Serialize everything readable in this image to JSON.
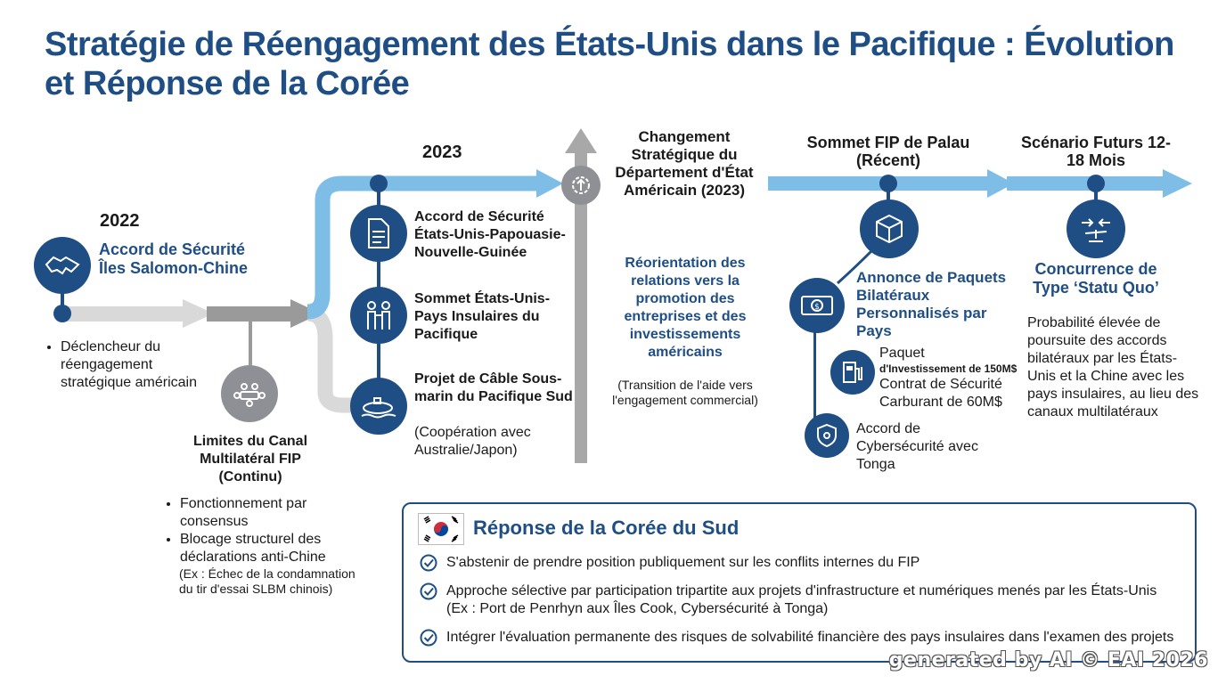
{
  "title": "Stratégie de Réengagement des États-Unis dans le Pacifique : Évolution et Réponse de la Corée",
  "y2022": {
    "year": "2022",
    "heading": "Accord de Sécurité Îles Salomon-Chine",
    "icon": "handshake-icon",
    "bullets": [
      "Déclencheur du réengagement stratégique américain"
    ]
  },
  "fip_limits": {
    "heading": "Limites du Canal Multilatéral FIP (Continu)",
    "icon": "meeting-icon",
    "bullets": [
      "Fonctionnement par consensus",
      "Blocage structurel des déclarations anti-Chine"
    ],
    "note": "(Ex : Échec de la condamnation du tir d'essai SLBM chinois)"
  },
  "y2023": {
    "year": "2023",
    "items": [
      {
        "label": "Accord de Sécurité États-Unis-Papouasie-Nouvelle-Guinée",
        "icon": "document-icon",
        "note": ""
      },
      {
        "label": "Sommet États-Unis-Pays Insulaires du Pacifique",
        "icon": "people-icon",
        "note": ""
      },
      {
        "label": "Projet de Câble Sous-marin du Pacifique Sud",
        "icon": "submarine-icon",
        "note": "(Coopération avec Australie/Japon)"
      }
    ]
  },
  "strategic_change": {
    "heading": "Changement Stratégique du Département d'État Américain (2023)",
    "icon": "gear-arrow-icon",
    "blue": "Réorientation des relations vers la promotion des entreprises et des investissements américains",
    "note": "(Transition de l'aide vers l'engagement commercial)"
  },
  "palau": {
    "heading": "Sommet FIP de Palau (Récent)",
    "icon": "package-icon",
    "sub_heading": "Annonce de Paquets Bilatéraux Personnalisés par Pays",
    "sub_icon": "money-icon",
    "items": [
      {
        "pre": "Paquet",
        "bold": "d'Investissement de 150M$",
        "rest": "Contrat de Sécurité Carburant de 60M$",
        "icon": "fuel-pump-icon"
      },
      {
        "pre": "",
        "bold": "",
        "rest": "Accord de Cybersécurité avec Tonga",
        "icon": "shield-icon"
      }
    ]
  },
  "future": {
    "heading": "Scénario Futurs 12-18 Mois",
    "icon": "balance-icon",
    "blue": "Concurrence de Type ‘Statu Quo’",
    "text": "Probabilité élevée de poursuite des accords bilatéraux par les États-Unis et la Chine avec les pays insulaires, au lieu des canaux multilatéraux"
  },
  "korea": {
    "title": "Réponse de la Corée du Sud",
    "flag": "south-korea-flag-icon",
    "items": [
      {
        "text": "S'abstenir de prendre position publiquement sur les conflits internes du FIP",
        "sub": ""
      },
      {
        "text": "Approche sélective par participation tripartite aux projets d'infrastructure et numériques menés par les États-Unis",
        "sub": "(Ex : Port de Penrhyn aux Îles Cook, Cybersécurité à Tonga)"
      },
      {
        "text": "Intégrer l'évaluation permanente des risques de solvabilité financière des pays insulaires dans l'examen des projets",
        "sub": ""
      }
    ]
  },
  "watermark": "generated by AI © EAI 2026",
  "colors": {
    "navy": "#1f4e85",
    "light_blue": "#7dbde6",
    "gray": "#b5b5b5",
    "dark_gray": "#8e9096"
  }
}
